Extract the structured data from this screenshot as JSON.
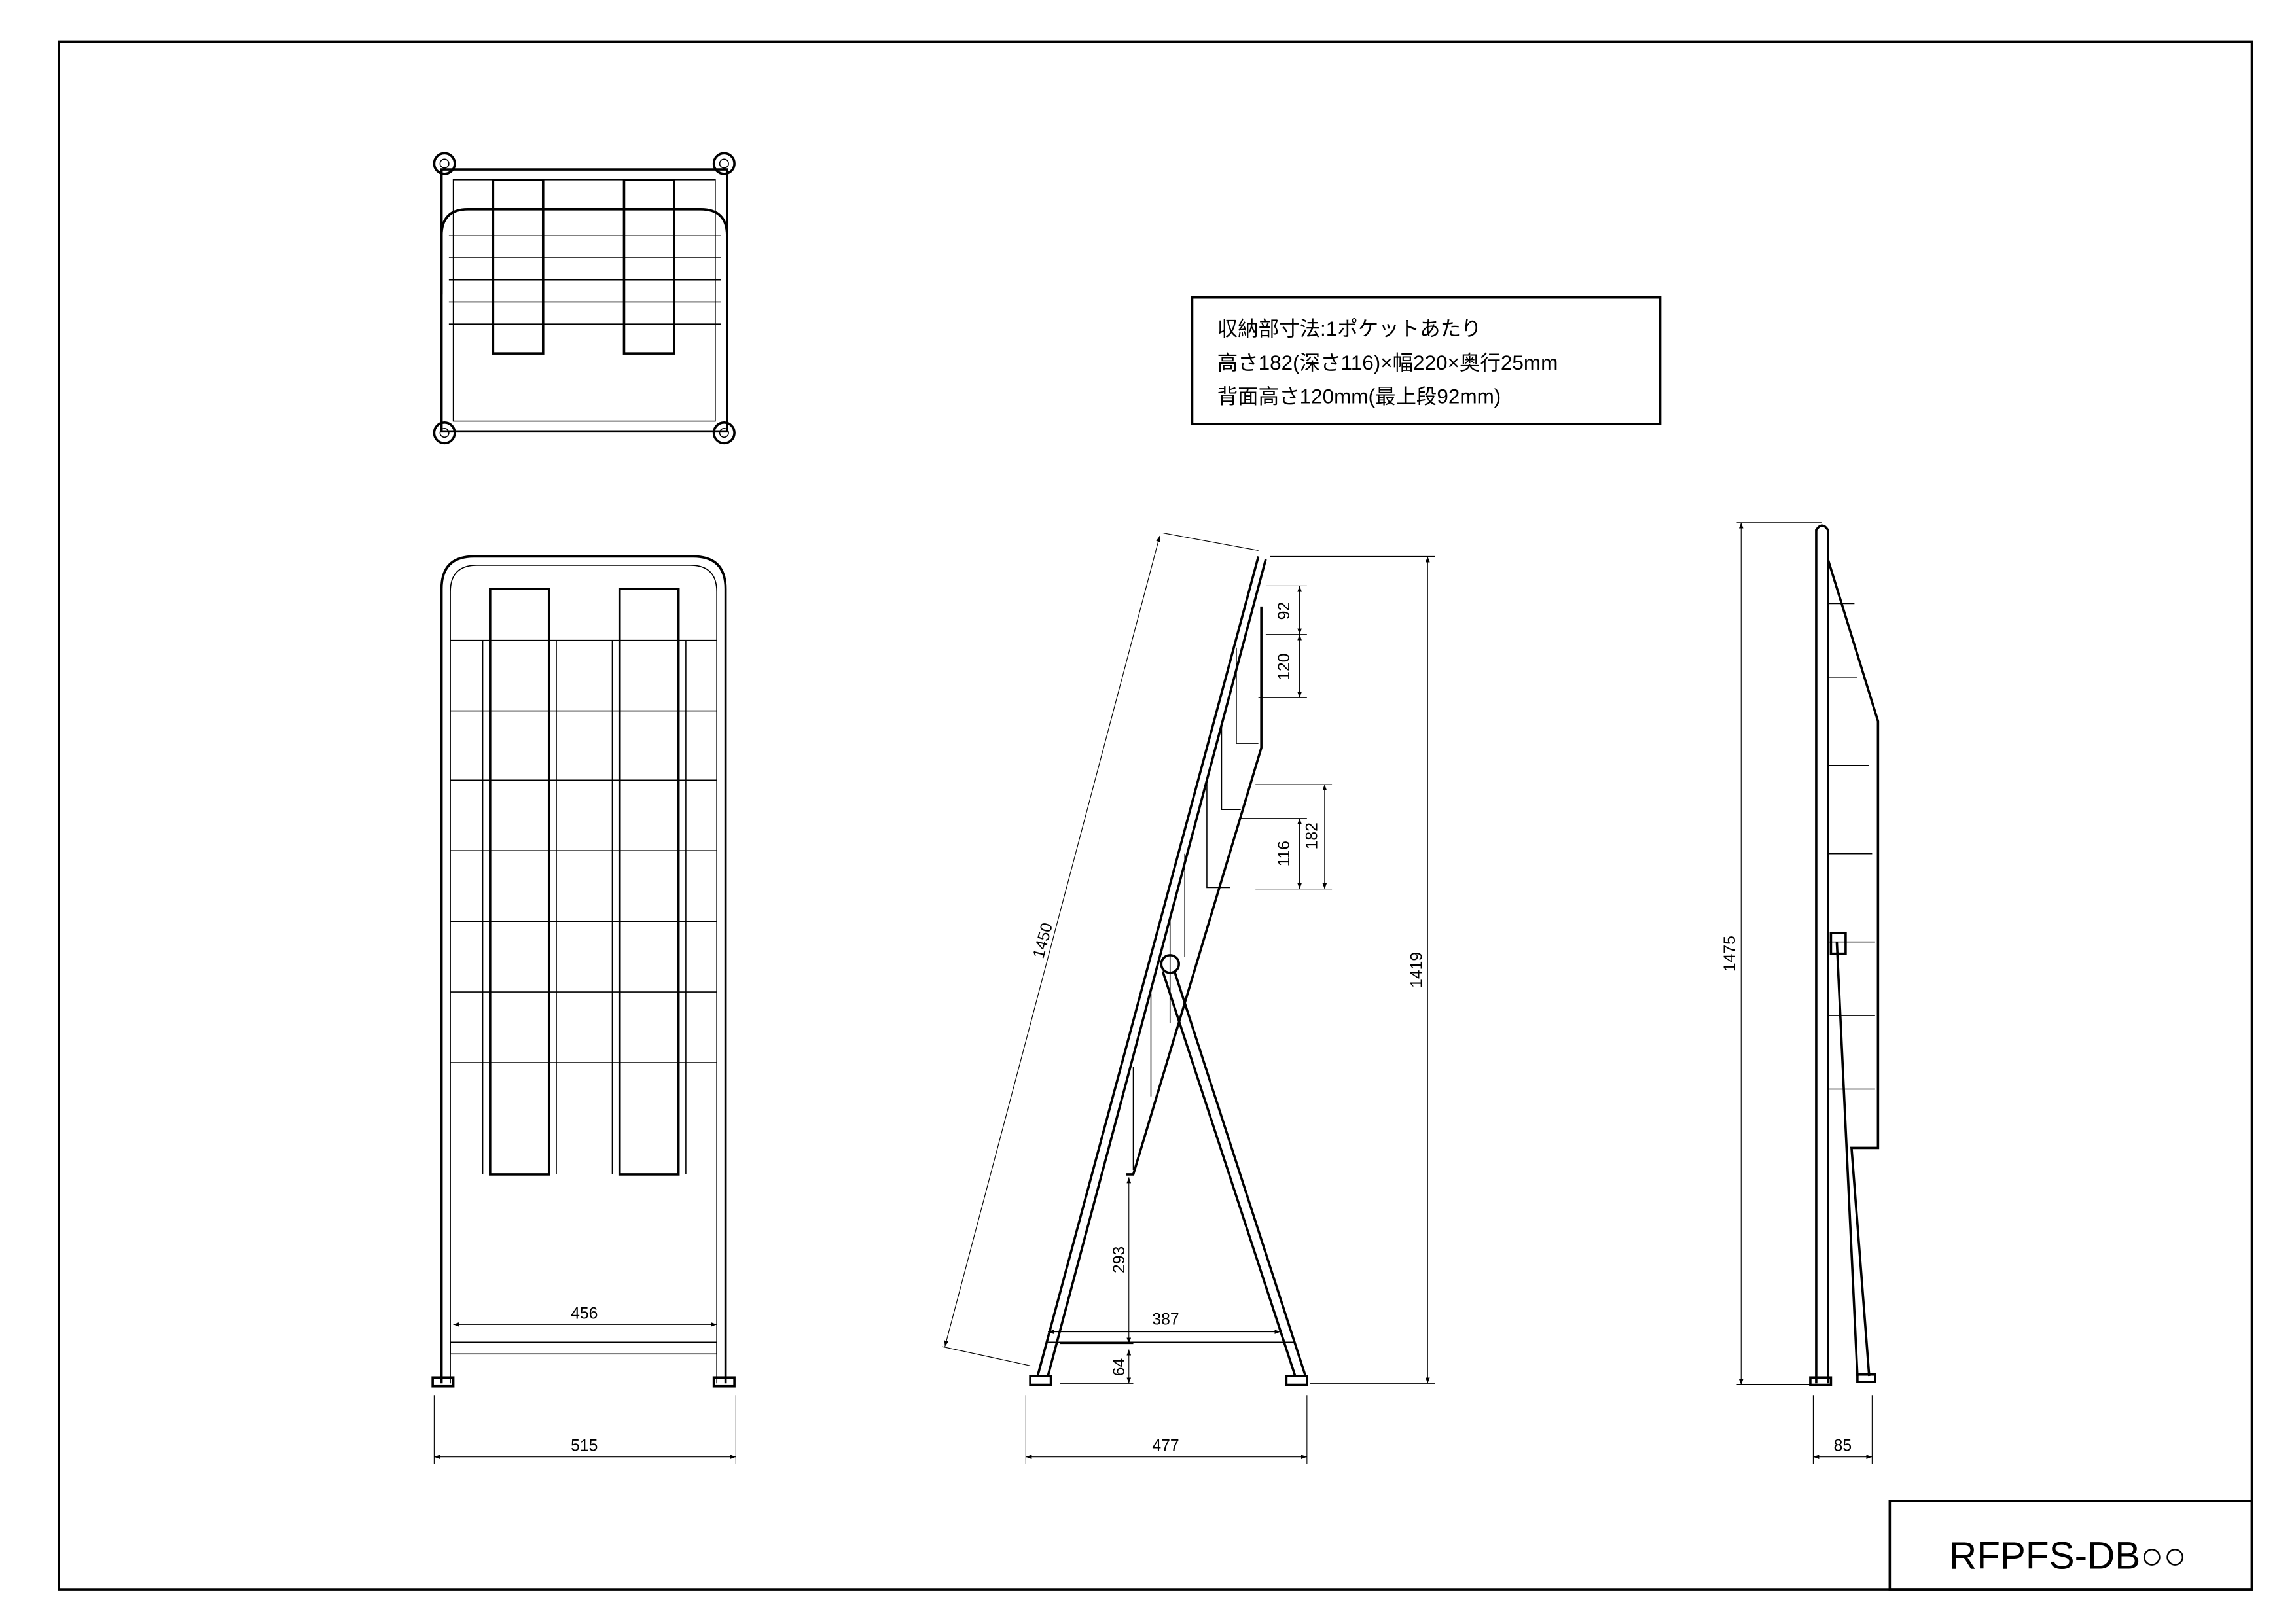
{
  "note": {
    "line1": "収納部寸法:1ポケットあたり",
    "line2": "高さ182(深さ116)×幅220×奥行25mm",
    "line3": "背面高さ120mm(最上段92mm)"
  },
  "title_block": {
    "model": "RFPFS-DB○○"
  },
  "front_view": {
    "inner_width": "456",
    "outer_width": "515"
  },
  "side_view": {
    "diagonal_length": "1450",
    "height": "1419",
    "base_depth": "477",
    "inner_depth": "387",
    "bottom_clearance": "293",
    "base_height": "64",
    "top_pocket_back": "92",
    "pocket_back": "120",
    "pocket_depth": "116",
    "pocket_height": "182"
  },
  "folded_view": {
    "height": "1475",
    "depth": "85"
  }
}
